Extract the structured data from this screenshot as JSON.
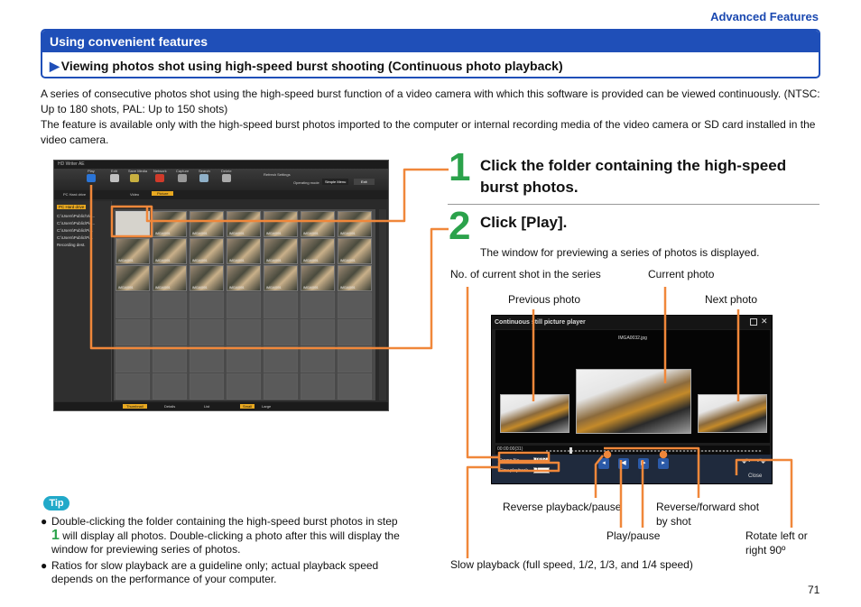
{
  "header": {
    "section_link": "Advanced Features"
  },
  "section": {
    "title": "Using convenient features",
    "arrow": "▶",
    "subtitle": "Viewing photos shot using high-speed burst shooting (Continuous photo playback)"
  },
  "intro": {
    "line1": "A series of consecutive photos shot using the high-speed burst function of a video camera with which this software is provided can be viewed continuously. (NTSC: Up to 180 shots, PAL: Up to 150 shots)",
    "line2": "The feature is available only with the high-speed burst photos imported to the computer or internal recording media of the video camera or SD card installed in the video camera."
  },
  "app_screenshot": {
    "title": "HD Writer AE",
    "toolbar_labels": [
      "Edit",
      "Save Media",
      "Network",
      "Capture",
      "Search",
      "Delete"
    ],
    "play_label": "Play",
    "refresh_label": "Refresh Settings",
    "mode_label": "Operating mode",
    "mode_value": "Simple Menu",
    "exit_label": "Exit",
    "tabs": [
      "Video",
      "Picture"
    ],
    "location_label": "PC Hard drive",
    "tree": [
      "PC Hard drive",
      "C:\\Users\\Public\\Vid...",
      "C:\\Users\\Public\\Pic...",
      "C:\\Users\\Public\\Pi...",
      "C:\\Users\\Public\\Pi...",
      "Recording dest."
    ],
    "thumb_label": "IMGA0001",
    "bottom_labels": [
      "Thumbnail",
      "Details",
      "List",
      "Small",
      "Large"
    ]
  },
  "steps": [
    {
      "num": "1",
      "text": "Click the folder containing the high-speed burst photos."
    },
    {
      "num": "2",
      "text": "Click [Play].",
      "desc": "The window for previewing a series of photos is displayed."
    }
  ],
  "callouts": {
    "shot_no": "No. of current shot in the series",
    "current": "Current photo",
    "previous": "Previous photo",
    "next": "Next photo",
    "reverse_pause": "Reverse playback/pause",
    "reverse_forward_shot": "Reverse/forward shot",
    "reverse_forward_shot2": "by shot",
    "play_pause": "Play/pause",
    "rotate": "Rotate left or",
    "rotate2": "right 90º",
    "slow": "Slow playback (full speed, 1/2, 1/3, and 1/4 speed)"
  },
  "player": {
    "title": "Continuous still picture player",
    "filename": "IMGA0032.jpg",
    "counter": "00:00:00(31)",
    "frame_label": "Frame No.",
    "frame_value": "0032",
    "slow_label": "Slow playback",
    "slow_value": "1",
    "close_label": "Close"
  },
  "tip": {
    "badge": "Tip",
    "item1_a": "Double-clicking the folder containing the high-speed burst photos in step",
    "item1_step": "1",
    "item1_b": "will display all photos. Double-clicking a photo after this will display the window for previewing series of photos.",
    "item2": "Ratios for slow playback are a guideline only; actual playback speed depends on the performance of your computer.",
    "bullet": "●"
  },
  "page_number": "71",
  "colors": {
    "accent_blue": "#1f4fb8",
    "step_green": "#2ba24b",
    "callout_orange": "#f0873a",
    "tip_cyan": "#21a9c9"
  }
}
